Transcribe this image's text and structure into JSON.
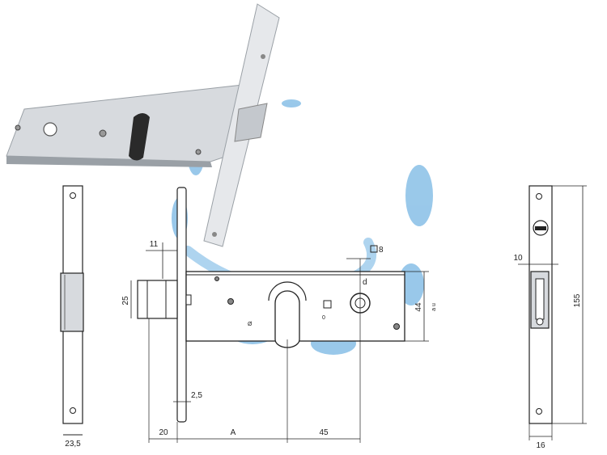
{
  "dimensions": {
    "left_bottom_width": "23,5",
    "bolt_thickness_marker": "11",
    "bolt_height": "25",
    "faceplate_thickness": "2,5",
    "backset_offset": "20",
    "backset": "A",
    "center_distance": "45",
    "case_height": "44",
    "spindle_square": "8",
    "spindle_label": "d",
    "right_offset": "10",
    "right_height": "155",
    "right_width": "16",
    "case_side_label": "a u"
  },
  "colors": {
    "line": "#222222",
    "metal": "#d7dade",
    "metal_dark": "#9aa0a6",
    "blue_accent": "#8fc3e8",
    "blue_light": "#c7e3f6"
  }
}
